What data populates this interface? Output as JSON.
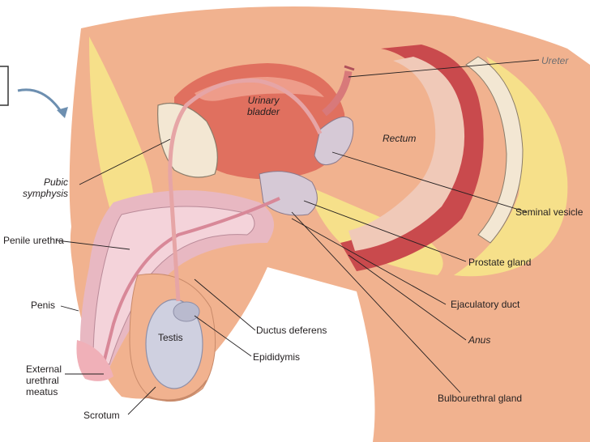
{
  "labels": {
    "ureter": "Ureter",
    "urinary_bladder": "Urinary\nbladder",
    "rectum": "Rectum",
    "pubic_symphysis": "Pubic\nsymphysis",
    "seminal_vesicle": "Seminal vesicle",
    "penile_urethra": "Penile urethra",
    "prostate_gland": "Prostate gland",
    "penis": "Penis",
    "ejaculatory_duct": "Ejaculatory duct",
    "ductus_deferens": "Ductus deferens",
    "testis": "Testis",
    "anus": "Anus",
    "epididymis": "Epididymis",
    "external_urethral_meatus": "External\nurethral\nmeatus",
    "bulbourethral_gland": "Bulbourethral gland",
    "scrotum": "Scrotum"
  },
  "colors": {
    "skin": "#f1b28f",
    "fat": "#f6e08a",
    "muscle": "#c94a4d",
    "bladder": "#e0705f",
    "tissue": "#eec9cb",
    "spongy": "#e8b8c2",
    "bone": "#f3e7d3",
    "gland": "#d6c9d6",
    "testis": "#cfd0e0",
    "leader": "#231f20"
  }
}
